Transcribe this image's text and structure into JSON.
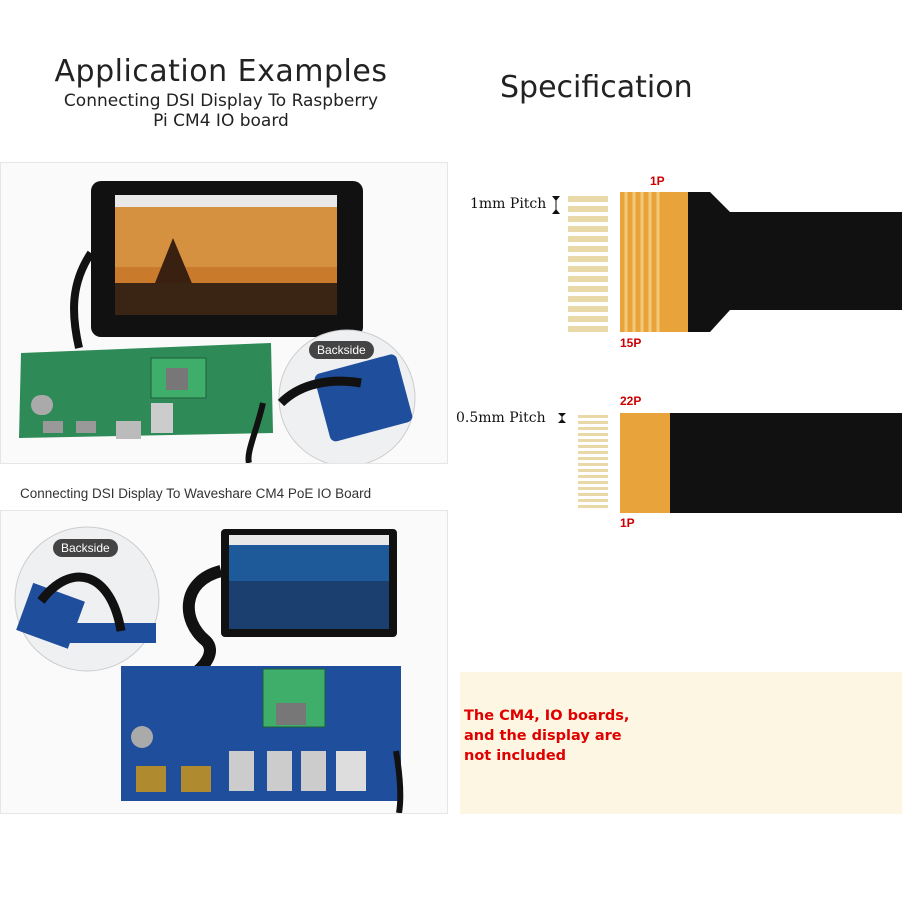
{
  "left": {
    "title": "Application Examples",
    "subtitle_line1": "Connecting DSI Display To Raspberry",
    "subtitle_line2": "Pi CM4 IO board",
    "photo1_badge": "Backside",
    "caption2": "Connecting DSI Display To Waveshare CM4 PoE IO Board",
    "photo2_badge": "Backside"
  },
  "right": {
    "title": "Specification",
    "cable1": {
      "pitch": "1mm Pitch",
      "pin_top": "1P",
      "pin_bottom": "15P"
    },
    "cable2": {
      "pitch": "0.5mm Pitch",
      "pin_top": "22P",
      "pin_bottom": "1P"
    },
    "note": {
      "line1": "The CM4, IO boards,",
      "line2": "and the display are",
      "line3": "not included"
    }
  },
  "colors": {
    "note_text": "#e00000",
    "note_bg": "#fdf6e3",
    "pin_label": "#cc0000",
    "fpc_orange": "#e8a33a",
    "cable_black": "#111111",
    "board_green": "#2e8b57",
    "board_blue": "#1f4e9c"
  }
}
